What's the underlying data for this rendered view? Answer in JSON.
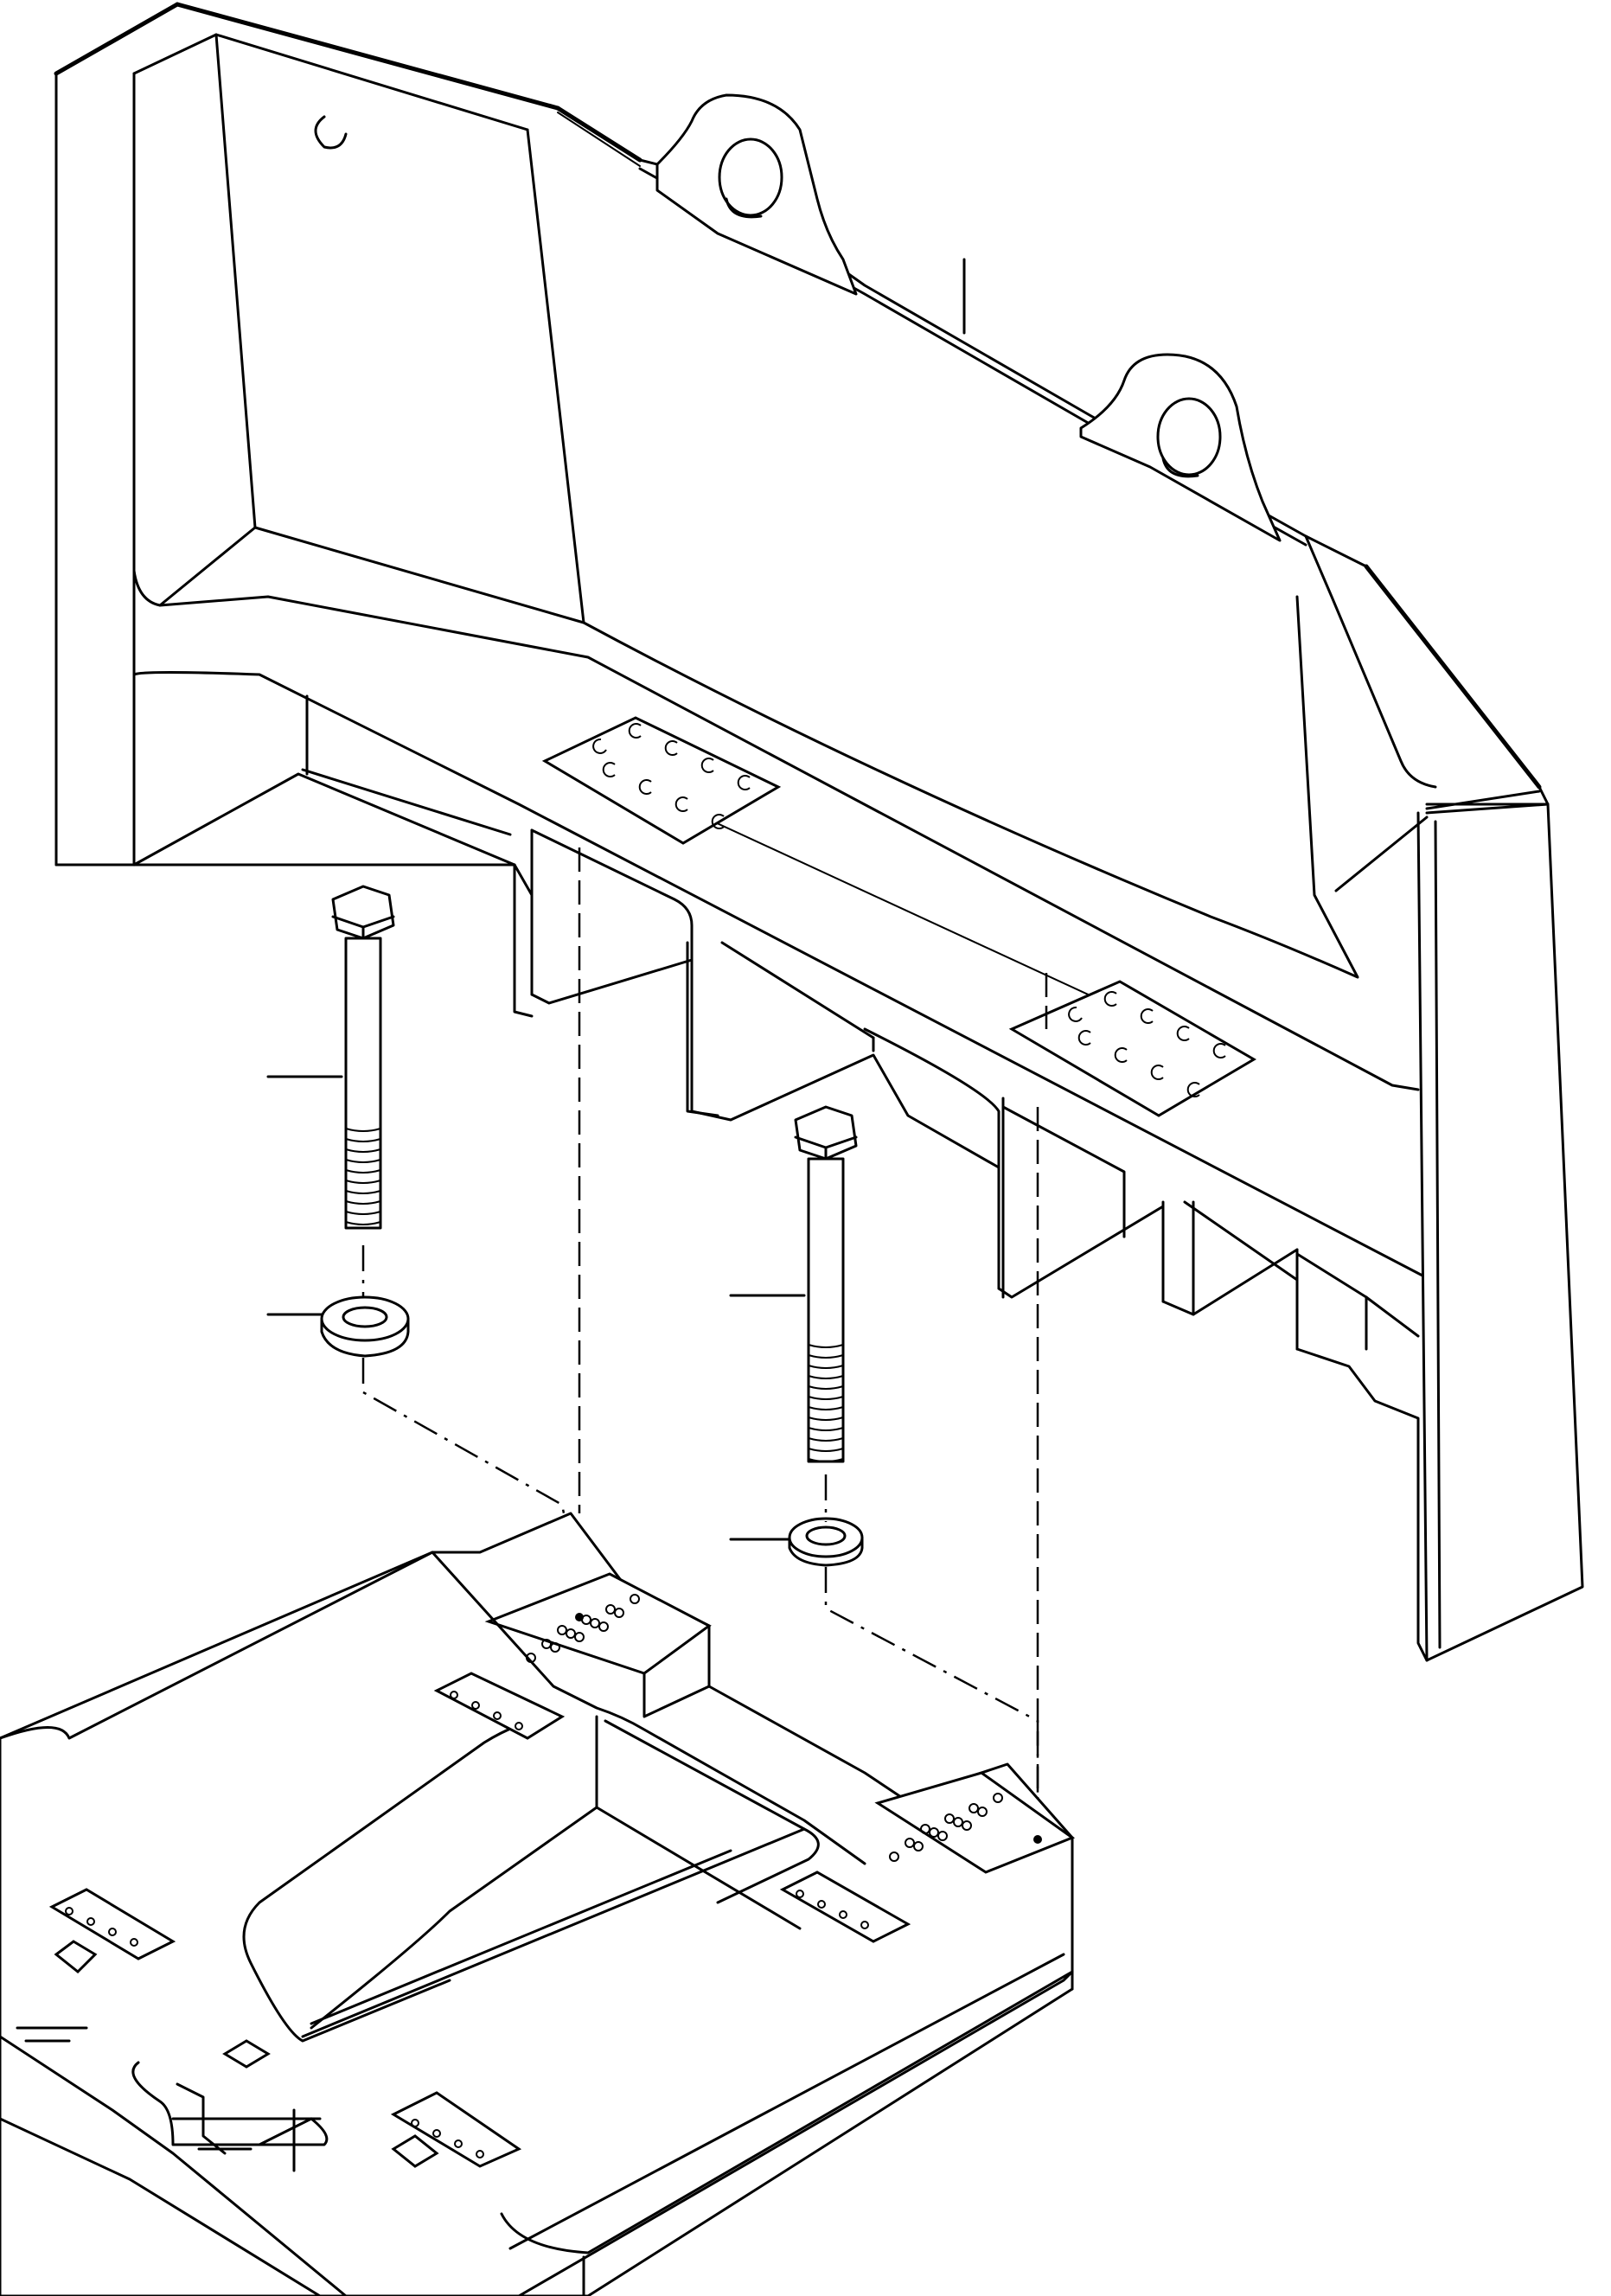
{
  "diagram": {
    "type": "exploded-parts-drawing",
    "background": "#ffffff",
    "line_color": "#000000",
    "parts": [
      "counterweight",
      "lifting-eye",
      "bolt",
      "washer",
      "frame"
    ],
    "callouts": []
  }
}
